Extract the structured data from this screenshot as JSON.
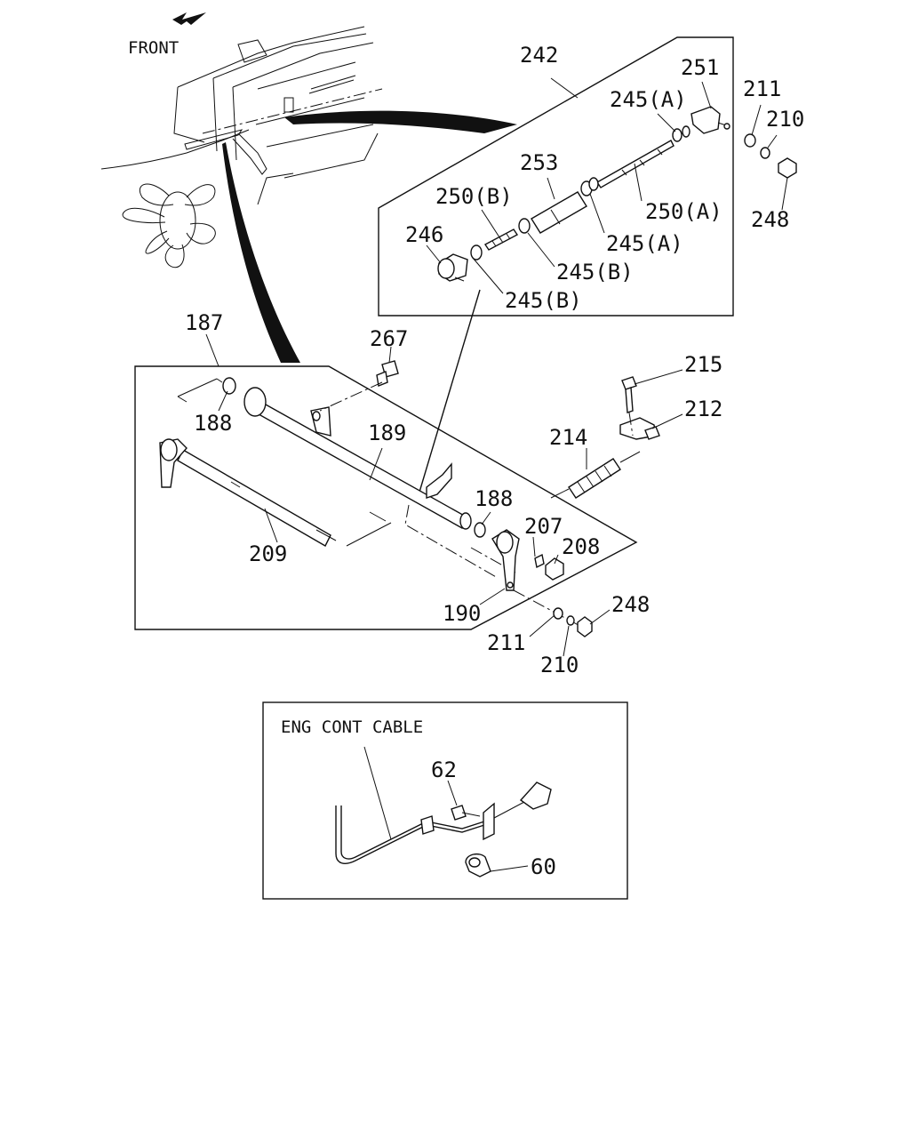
{
  "front_label": "FRONT",
  "section_label": "ENG CONT CABLE",
  "callouts": {
    "c242": "242",
    "c251": "251",
    "c211_top": "211",
    "c210_top": "210",
    "c248_top": "248",
    "c245a_1": "245(A)",
    "c253": "253",
    "c250b": "250(B)",
    "c250a": "250(A)",
    "c245a_2": "245(A)",
    "c246": "246",
    "c245b_1": "245(B)",
    "c245b_2": "245(B)",
    "c187": "187",
    "c267": "267",
    "c215": "215",
    "c212": "212",
    "c188_1": "188",
    "c189": "189",
    "c214": "214",
    "c188_2": "188",
    "c207": "207",
    "c208": "208",
    "c209": "209",
    "c190": "190",
    "c248_bot": "248",
    "c211_bot": "211",
    "c210_bot": "210",
    "c62": "62",
    "c60": "60"
  }
}
